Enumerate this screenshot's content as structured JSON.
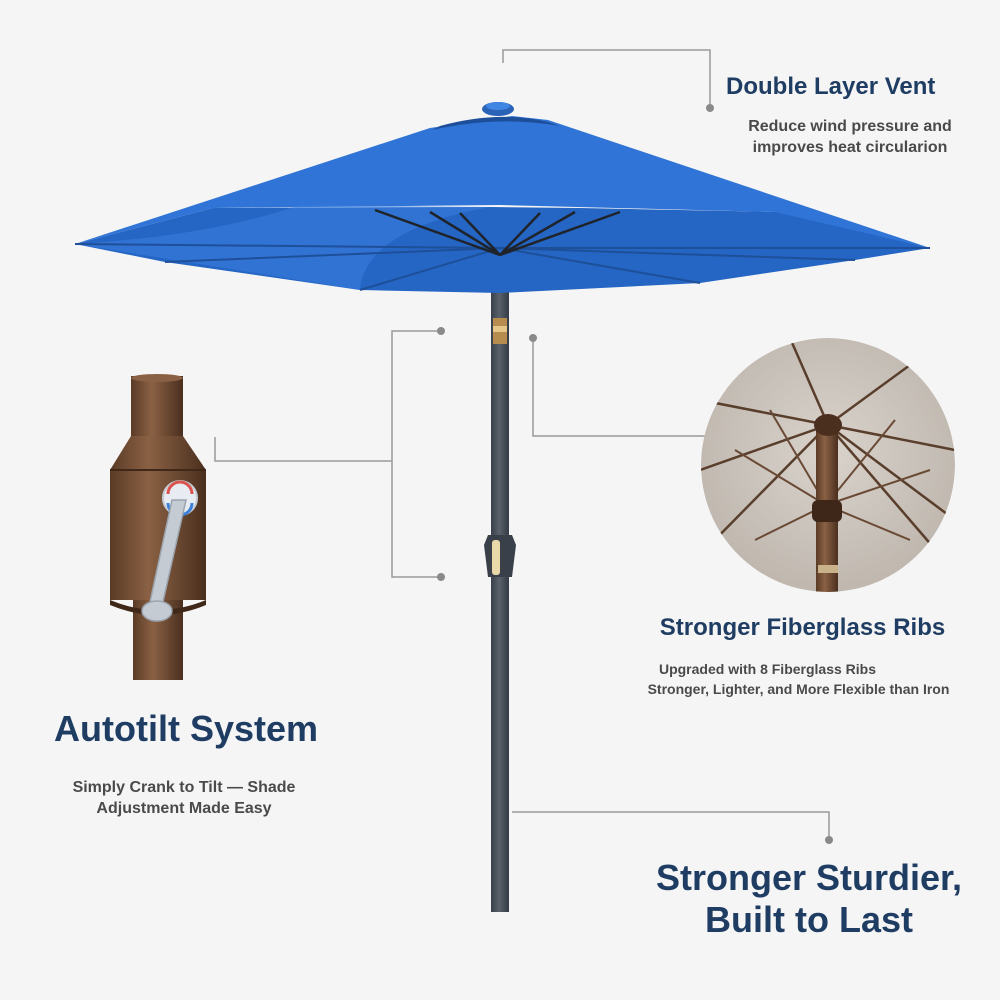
{
  "features": {
    "vent": {
      "title": "Double Layer Vent",
      "desc_line1": "Reduce wind pressure and",
      "desc_line2": "improves heat circularion"
    },
    "ribs": {
      "title": "Stronger Fiberglass Ribs",
      "desc_line1": "Upgraded with 8 Fiberglass Ribs",
      "desc_line2": "Stronger, Lighter, and More Flexible than Iron"
    },
    "tilt": {
      "title": "Autotilt System",
      "desc_line1": "Simply Crank to Tilt — Shade",
      "desc_line2": "Adjustment Made Easy"
    },
    "pole": {
      "title_line1": "Stronger Sturdier,",
      "title_line2": "Built to Last"
    }
  },
  "colors": {
    "background": "#f5f5f5",
    "heading": "#1f3d63",
    "body_text": "#4a4a4a",
    "canopy": "#2f74d6",
    "canopy_shade": "#2565c4",
    "pole": "#454c57",
    "crank_housing": "#6d4a32",
    "callout_line": "#9a9a9a"
  }
}
